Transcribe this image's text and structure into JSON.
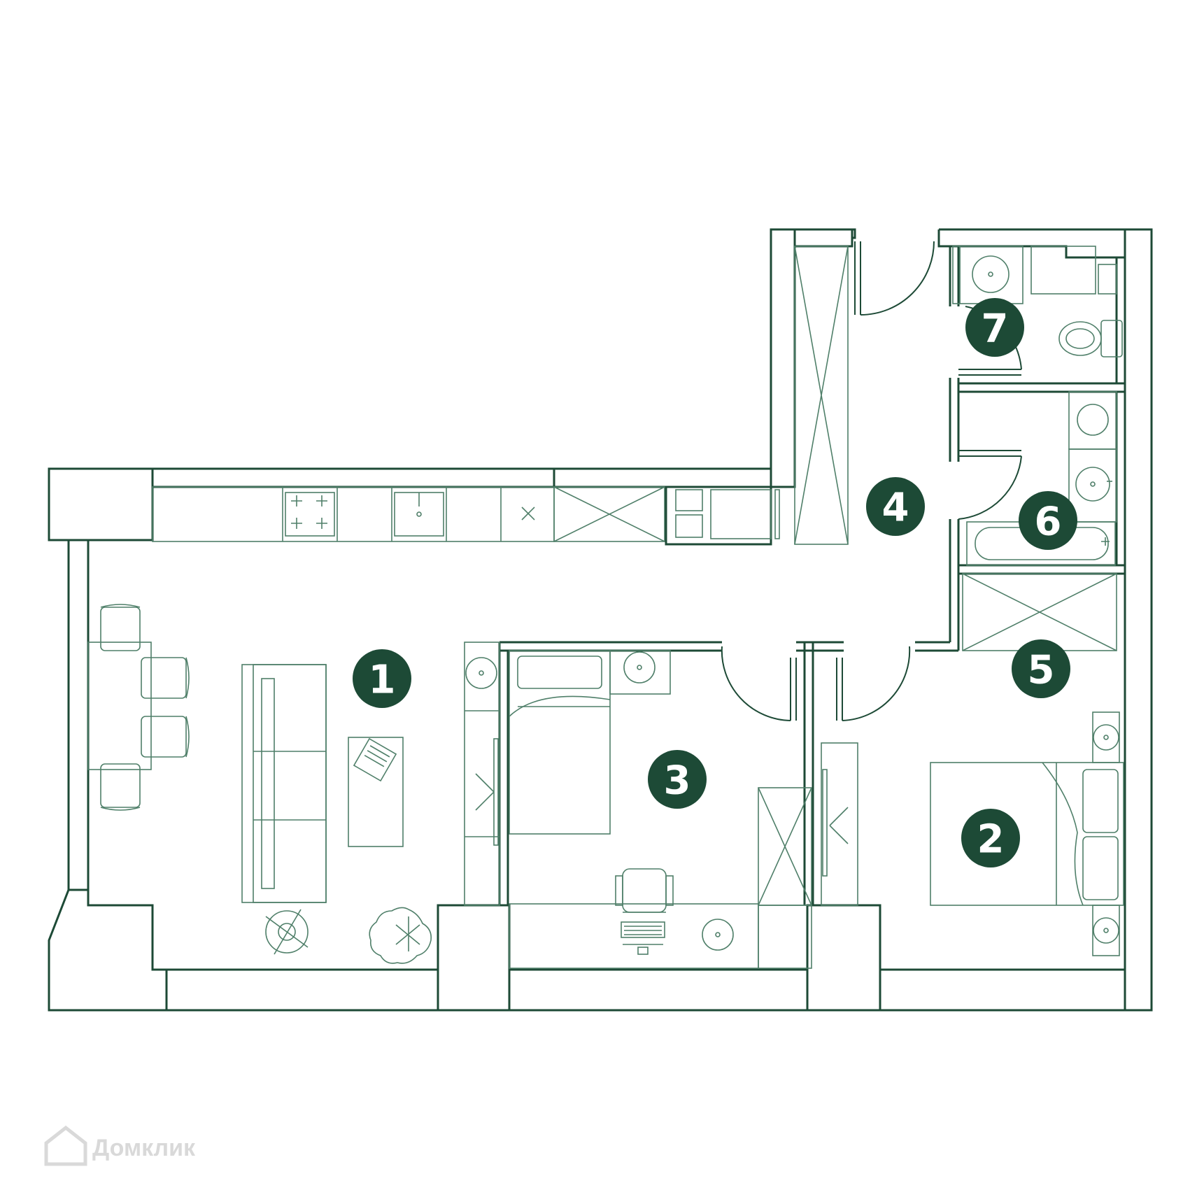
{
  "colors": {
    "wall": "#1d4a36",
    "furniture": "#4f7f69",
    "badge": "#1d4a36",
    "badge_text": "#ffffff",
    "watermark": "#d9d9d9"
  },
  "rooms": [
    {
      "id": "room-1",
      "label": "1"
    },
    {
      "id": "room-2",
      "label": "2"
    },
    {
      "id": "room-3",
      "label": "3"
    },
    {
      "id": "room-4",
      "label": "4"
    },
    {
      "id": "room-5",
      "label": "5"
    },
    {
      "id": "room-6",
      "label": "6"
    },
    {
      "id": "room-7",
      "label": "7"
    }
  ],
  "watermark": {
    "text": "Домклик",
    "icon": "house-logo-icon"
  }
}
